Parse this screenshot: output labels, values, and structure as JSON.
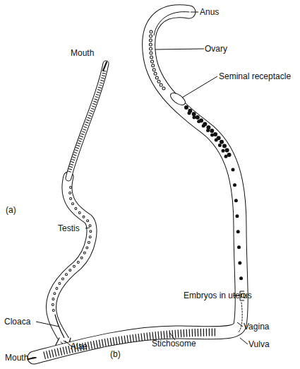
{
  "diagram": {
    "labels": [
      "Anus",
      "Mouth",
      "Ovary",
      "Seminal receptacle",
      "(a)",
      "Testis",
      "Embryos in uterus",
      "Cloaca",
      "Vagina",
      "Alae",
      "Vulva",
      "Stichosome",
      "Mouth",
      "(b)"
    ]
  }
}
